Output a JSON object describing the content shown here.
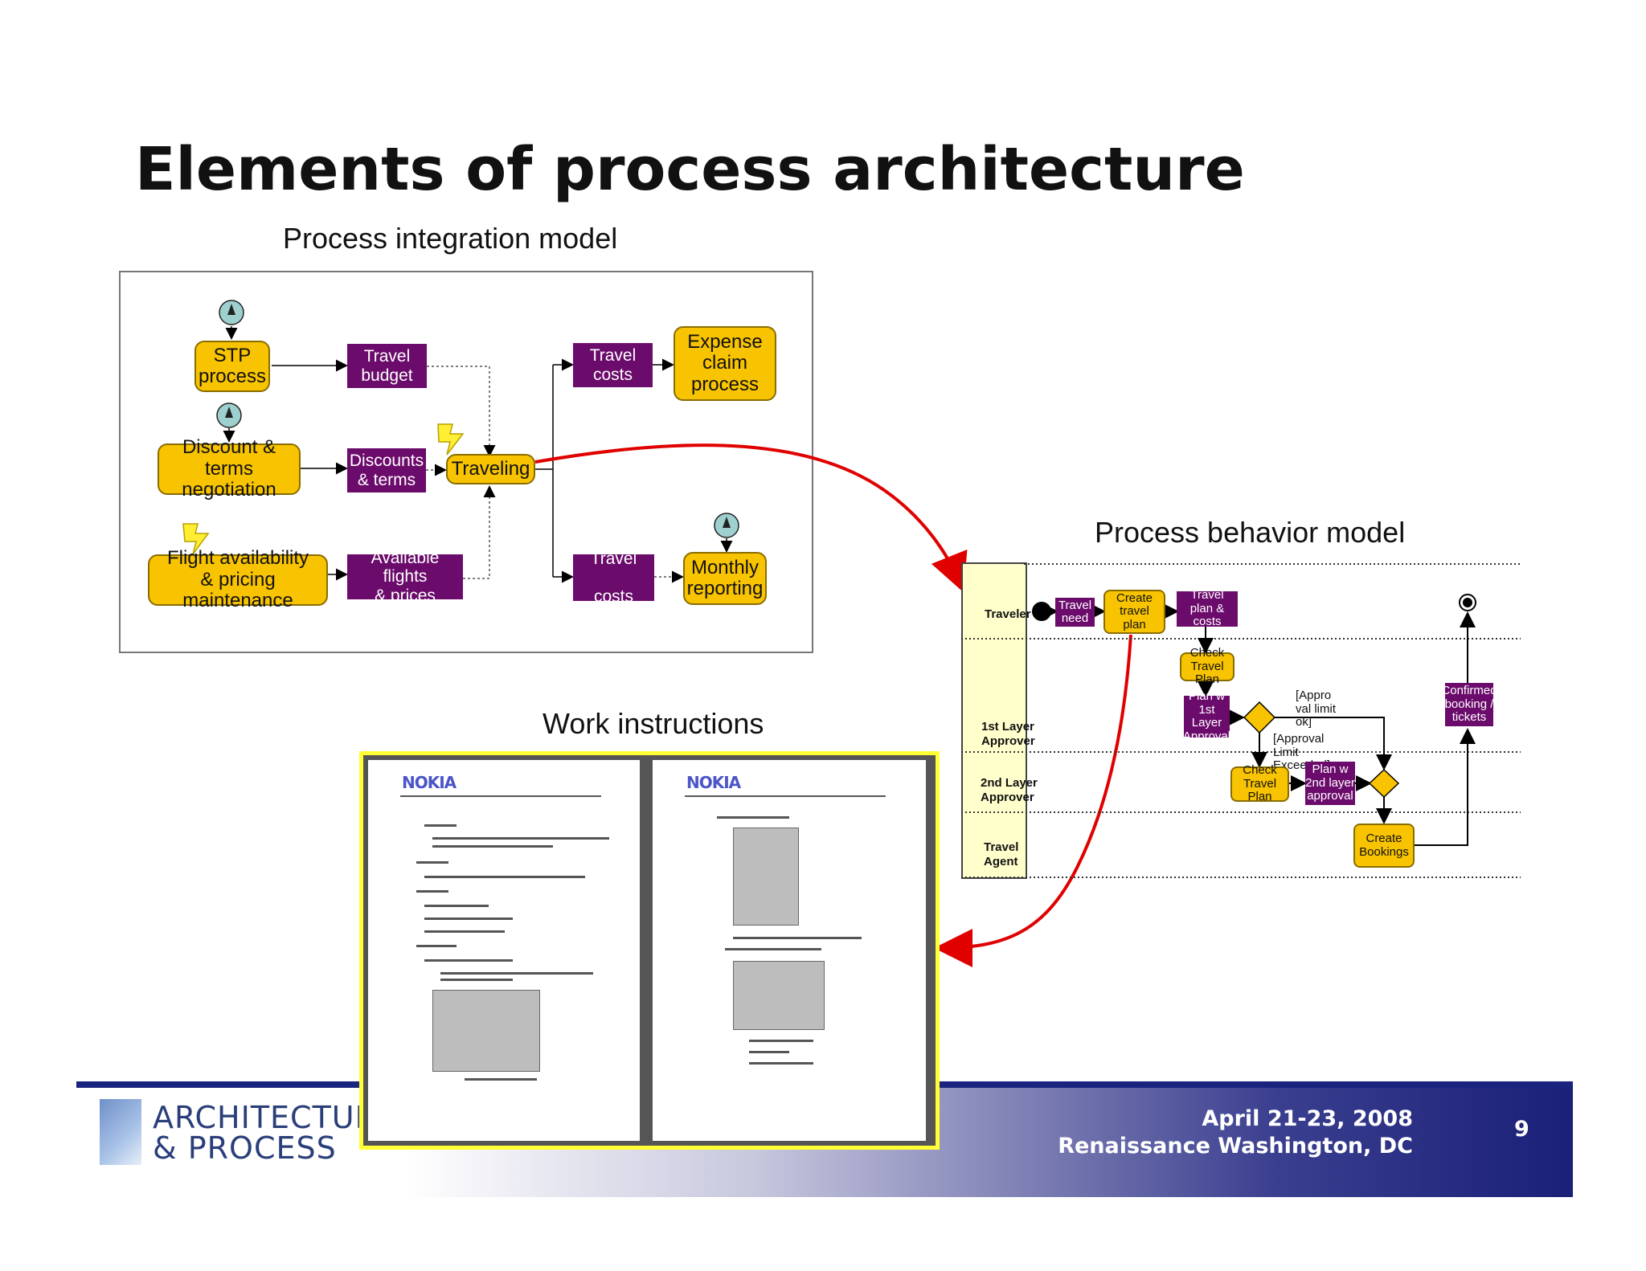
{
  "slide": {
    "title": "Elements of process architecture",
    "page_number": "9",
    "date_line": "April 21-23, 2008\nRenaissance Washington, DC",
    "logo_text": "ARCHITECTURE\n& PROCESS"
  },
  "integration_model": {
    "heading": "Process integration model",
    "stp_process": "STP\nprocess",
    "discount_negotiation": "Discount & terms\nnegotiation",
    "flight_availability": "Flight availability\n& pricing maintenance",
    "travel_budget": "Travel\nbudget",
    "discounts_terms": "Discounts\n& terms",
    "available_flights": "Available flights\n& prices",
    "traveling": "Traveling",
    "travel_costs_top": "Travel\ncosts",
    "expense_claim": "Expense\nclaim\nprocess",
    "travel_costs_bottom": "Travel\n\ncosts",
    "monthly_reporting": "Monthly\nreporting"
  },
  "behavior_model": {
    "heading": "Process behavior model",
    "lanes": [
      "Traveler",
      "1st Layer\nApprover",
      "2nd Layer\nApprover",
      "Travel\nAgent"
    ],
    "travel_need": "Travel\nneed",
    "create_travel_plan": "Create\ntravel\nplan",
    "travel_plan_costs": "Travel\nplan & costs",
    "check_travel_plan_1": "Check\nTravel Plan",
    "plan_w_1st_layer": "Plan w\n1st Layer\nApproval",
    "approval_limit_ok": "[Appro\nval limit\nok]",
    "approval_limit_exceeded": "[Approval\nLimit\nExceeded]",
    "check_travel_plan_2": "Check\nTravel Plan",
    "plan_w_2nd_layer": "Plan w\n2nd layer\napproval",
    "confirmed_booking": "Confirmed\nbooking /\ntickets",
    "create_bookings": "Create\nBookings"
  },
  "work_instructions": {
    "heading": "Work instructions",
    "doc_logo_left": "NOKIA",
    "doc_logo_right": "NOKIA"
  },
  "colors": {
    "process_fill": "#f8c300",
    "data_fill": "#6b0b6b",
    "link_arrow": "#e00000",
    "frame_yellow": "#ffff33",
    "footer_blue": "#1a237e"
  }
}
